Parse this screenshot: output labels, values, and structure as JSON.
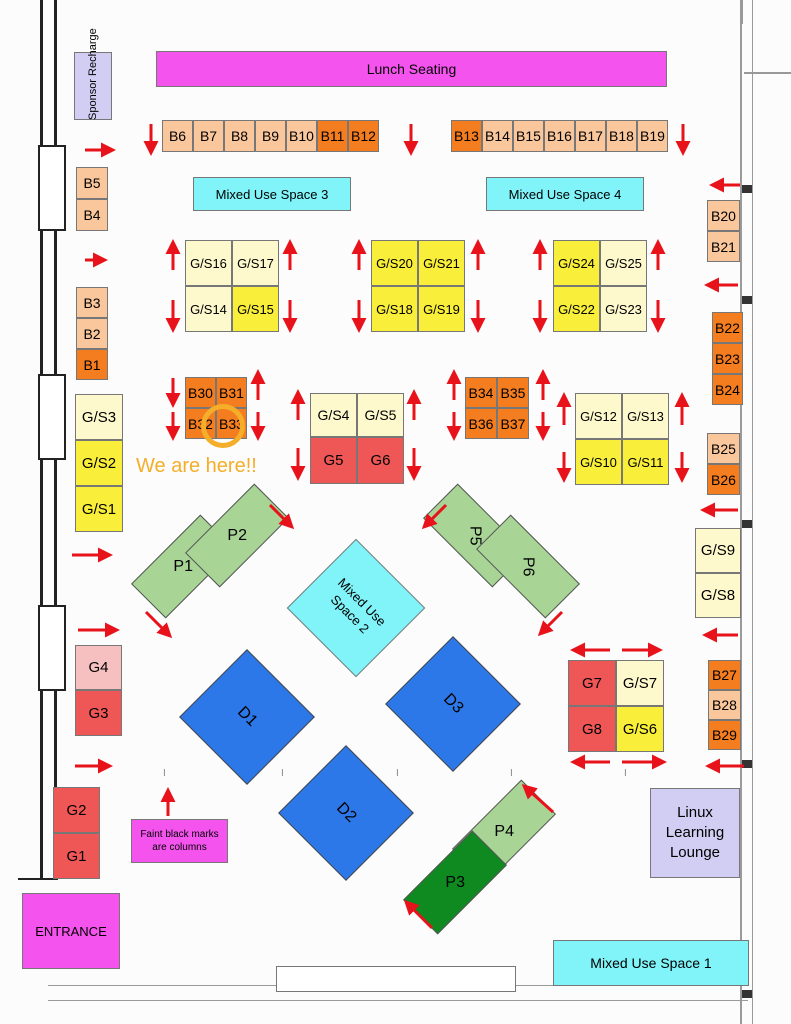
{
  "colors": {
    "peach": "#fac79c",
    "orange": "#f47d20",
    "cream": "#fdf9cd",
    "yellow": "#f9ef3b",
    "red_g": "#ef5756",
    "pink_g": "#f6c0c0",
    "green_p": "#a8d596",
    "dark_green": "#0f8a20",
    "blue_d": "#2c78e8",
    "cyan": "#80f4f9",
    "magenta": "#f454ed",
    "lavender": "#d2cdf2",
    "arrow_red": "#e8121a",
    "you_are_here": "#f4ae29"
  },
  "areas": {
    "lunch": "Lunch Seating",
    "sponsor": "Sponsor Recharge",
    "mixed1": "Mixed Use Space 1",
    "mixed2": "Mixed Use Space 2",
    "mixed3": "Mixed Use Space 3",
    "mixed4": "Mixed Use Space 4",
    "linux": "Linux Learning Lounge",
    "entrance": "ENTRANCE",
    "columns_note": "Faint black marks are columns",
    "you_are_here": "We are here!!"
  },
  "booths": {
    "B1": "B1",
    "B2": "B2",
    "B3": "B3",
    "B4": "B4",
    "B5": "B5",
    "B6": "B6",
    "B7": "B7",
    "B8": "B8",
    "B9": "B9",
    "B10": "B10",
    "B11": "B11",
    "B12": "B12",
    "B13": "B13",
    "B14": "B14",
    "B15": "B15",
    "B16": "B16",
    "B17": "B17",
    "B18": "B18",
    "B19": "B19",
    "B20": "B20",
    "B21": "B21",
    "B22": "B22",
    "B23": "B23",
    "B24": "B24",
    "B25": "B25",
    "B26": "B26",
    "B27": "B27",
    "B28": "B28",
    "B29": "B29",
    "B30": "B30",
    "B31": "B31",
    "B32": "B32",
    "B33": "B33",
    "B34": "B34",
    "B35": "B35",
    "B36": "B36",
    "B37": "B37",
    "GS1": "G/S1",
    "GS2": "G/S2",
    "GS3": "G/S3",
    "GS4": "G/S4",
    "GS5": "G/S5",
    "GS6": "G/S6",
    "GS7": "G/S7",
    "GS8": "G/S8",
    "GS9": "G/S9",
    "GS10": "G/S10",
    "GS11": "G/S11",
    "GS12": "G/S12",
    "GS13": "G/S13",
    "GS14": "G/S14",
    "GS15": "G/S15",
    "GS16": "G/S16",
    "GS17": "G/S17",
    "GS18": "G/S18",
    "GS19": "G/S19",
    "GS20": "G/S20",
    "GS21": "G/S21",
    "GS22": "G/S22",
    "GS23": "G/S23",
    "GS24": "G/S24",
    "GS25": "G/S25",
    "G1": "G1",
    "G2": "G2",
    "G3": "G3",
    "G4": "G4",
    "G5": "G5",
    "G6": "G6",
    "G7": "G7",
    "G8": "G8",
    "P1": "P1",
    "P2": "P2",
    "P3": "P3",
    "P4": "P4",
    "P5": "P5",
    "P6": "P6",
    "D1": "D1",
    "D2": "D2",
    "D3": "D3"
  }
}
